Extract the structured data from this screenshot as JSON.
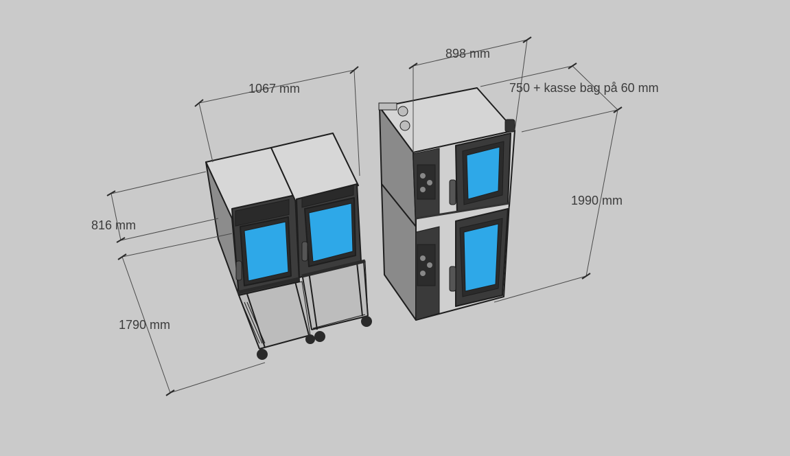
{
  "dimensions": {
    "width_left_units": "1067 mm",
    "depth_left_units": "816 mm",
    "height_left_units": "1790 mm",
    "width_right_unit": "898 mm",
    "depth_right_unit": "750 + kasse bag på 60 mm",
    "height_right_unit": "1990 mm"
  },
  "colors": {
    "background": "#cacaca",
    "oven_top": "#d7d7d7",
    "oven_side": "#8c8c8c",
    "oven_front": "#3e3e3e",
    "window": "#2ea8e8",
    "stand": "#bdbdbd",
    "line": "#1e1e1e"
  }
}
